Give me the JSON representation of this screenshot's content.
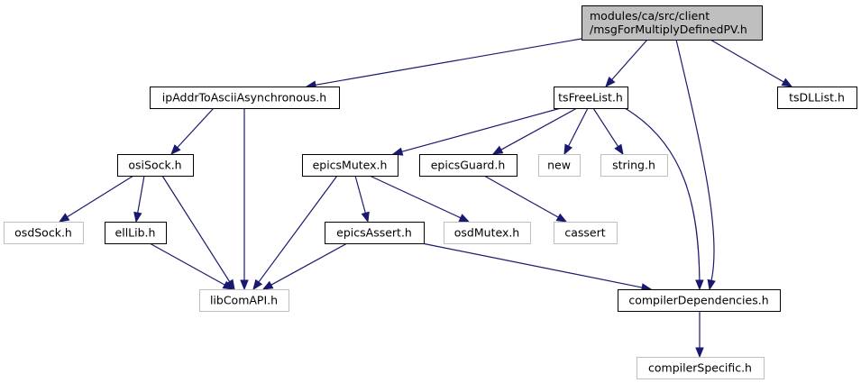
{
  "diagram": {
    "type": "include-dependency-graph",
    "colors": {
      "edge": "#191970",
      "root_fill": "#bfbfbf",
      "node_border": "#000000",
      "external_border": "#bfbfbf"
    },
    "nodes": [
      {
        "id": "root",
        "lines": [
          "modules/ca/src/client",
          "/msgForMultiplyDefinedPV.h"
        ],
        "style": "root"
      },
      {
        "id": "ipaddr",
        "lines": [
          "ipAddrToAsciiAsynchronous.h"
        ],
        "style": "solid"
      },
      {
        "id": "tsfree",
        "lines": [
          "tsFreeList.h"
        ],
        "style": "solid"
      },
      {
        "id": "tsdl",
        "lines": [
          "tsDLList.h"
        ],
        "style": "solid"
      },
      {
        "id": "osisock",
        "lines": [
          "osiSock.h"
        ],
        "style": "solid"
      },
      {
        "id": "epicsmutex",
        "lines": [
          "epicsMutex.h"
        ],
        "style": "solid"
      },
      {
        "id": "epicsguard",
        "lines": [
          "epicsGuard.h"
        ],
        "style": "solid"
      },
      {
        "id": "new",
        "lines": [
          "new"
        ],
        "style": "external"
      },
      {
        "id": "string",
        "lines": [
          "string.h"
        ],
        "style": "external"
      },
      {
        "id": "osdsock",
        "lines": [
          "osdSock.h"
        ],
        "style": "external"
      },
      {
        "id": "elllib",
        "lines": [
          "ellLib.h"
        ],
        "style": "solid"
      },
      {
        "id": "epicsassert",
        "lines": [
          "epicsAssert.h"
        ],
        "style": "solid"
      },
      {
        "id": "osdmutex",
        "lines": [
          "osdMutex.h"
        ],
        "style": "external"
      },
      {
        "id": "cassert",
        "lines": [
          "cassert"
        ],
        "style": "external"
      },
      {
        "id": "libcom",
        "lines": [
          "libComAPI.h"
        ],
        "style": "external"
      },
      {
        "id": "compdep",
        "lines": [
          "compilerDependencies.h"
        ],
        "style": "solid"
      },
      {
        "id": "compspec",
        "lines": [
          "compilerSpecific.h"
        ],
        "style": "external"
      }
    ],
    "edges": [
      {
        "from": "root",
        "to": "ipaddr"
      },
      {
        "from": "root",
        "to": "tsfree"
      },
      {
        "from": "root",
        "to": "tsdl"
      },
      {
        "from": "root",
        "to": "compdep"
      },
      {
        "from": "ipaddr",
        "to": "osisock"
      },
      {
        "from": "ipaddr",
        "to": "libcom"
      },
      {
        "from": "tsfree",
        "to": "epicsmutex"
      },
      {
        "from": "tsfree",
        "to": "epicsguard"
      },
      {
        "from": "tsfree",
        "to": "new"
      },
      {
        "from": "tsfree",
        "to": "string"
      },
      {
        "from": "tsfree",
        "to": "compdep"
      },
      {
        "from": "osisock",
        "to": "osdsock"
      },
      {
        "from": "osisock",
        "to": "elllib"
      },
      {
        "from": "osisock",
        "to": "libcom"
      },
      {
        "from": "epicsmutex",
        "to": "libcom"
      },
      {
        "from": "epicsmutex",
        "to": "epicsassert"
      },
      {
        "from": "epicsmutex",
        "to": "osdmutex"
      },
      {
        "from": "epicsguard",
        "to": "cassert"
      },
      {
        "from": "elllib",
        "to": "libcom"
      },
      {
        "from": "epicsassert",
        "to": "libcom"
      },
      {
        "from": "epicsassert",
        "to": "compdep"
      },
      {
        "from": "compdep",
        "to": "compspec"
      }
    ]
  }
}
